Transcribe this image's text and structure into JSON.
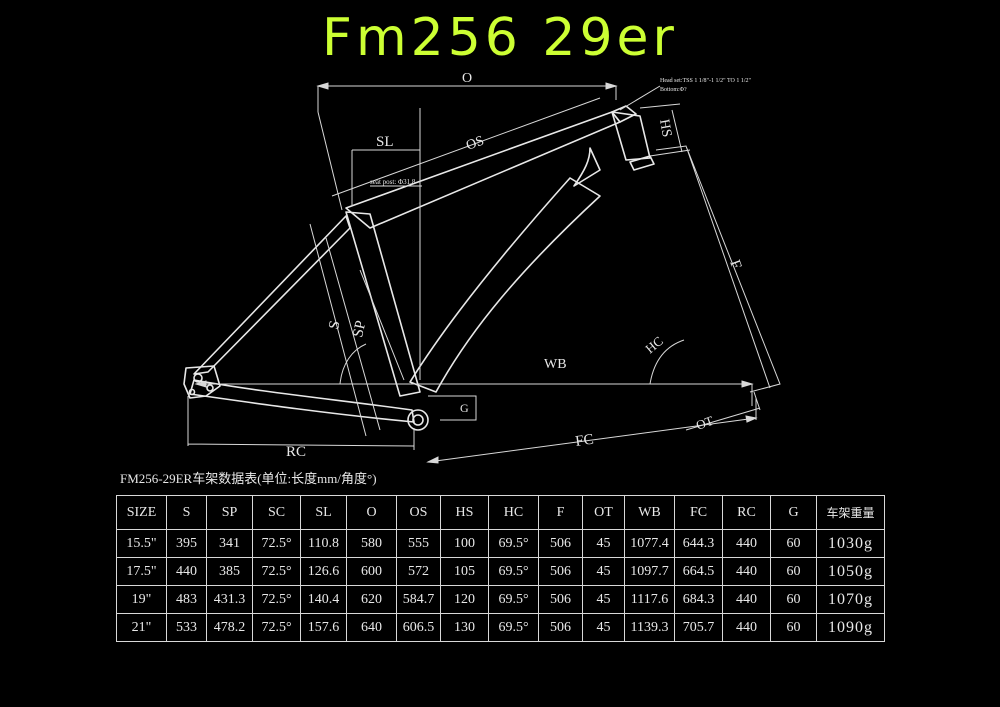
{
  "title": "Fm256 29er",
  "dim_labels": {
    "o": "O",
    "sl": "SL",
    "os": "OS",
    "hs": "HS",
    "f": "F",
    "s": "S",
    "sp": "SP",
    "wb": "WB",
    "hc": "HC",
    "g": "G",
    "rc": "RC",
    "fc": "FC",
    "ot": "OT"
  },
  "annotations": {
    "seat_post": "seat post: Φ31.8",
    "headset_line1": "Head set:TSS 1 1/8\"-1 1/2\" TO 1 1/2\"",
    "headset_line2": "Bottom:Φ?"
  },
  "table": {
    "caption": "FM256-29ER车架数据表(单位:长度mm/角度°)",
    "headers": [
      "SIZE",
      "S",
      "SP",
      "SC",
      "SL",
      "O",
      "OS",
      "HS",
      "HC",
      "F",
      "OT",
      "WB",
      "FC",
      "RC",
      "G",
      "车架重量"
    ],
    "rows": [
      [
        "15.5\"",
        "395",
        "341",
        "72.5°",
        "110.8",
        "580",
        "555",
        "100",
        "69.5°",
        "506",
        "45",
        "1077.4",
        "644.3",
        "440",
        "60",
        "1030g"
      ],
      [
        "17.5\"",
        "440",
        "385",
        "72.5°",
        "126.6",
        "600",
        "572",
        "105",
        "69.5°",
        "506",
        "45",
        "1097.7",
        "664.5",
        "440",
        "60",
        "1050g"
      ],
      [
        "19\"",
        "483",
        "431.3",
        "72.5°",
        "140.4",
        "620",
        "584.7",
        "120",
        "69.5°",
        "506",
        "45",
        "1117.6",
        "684.3",
        "440",
        "60",
        "1070g"
      ],
      [
        "21\"",
        "533",
        "478.2",
        "72.5°",
        "157.6",
        "640",
        "606.5",
        "130",
        "69.5°",
        "506",
        "45",
        "1139.3",
        "705.7",
        "440",
        "60",
        "1090g"
      ]
    ]
  },
  "colors": {
    "title": "#ccff33",
    "background": "#000000",
    "line": "#e8e8e8"
  }
}
